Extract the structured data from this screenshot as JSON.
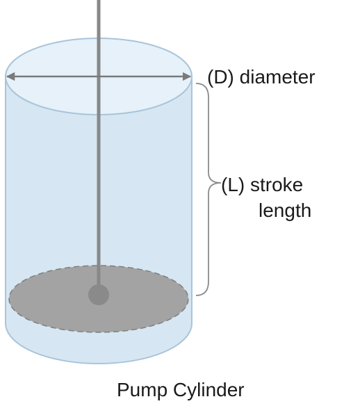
{
  "labels": {
    "diameter": "(D) diameter",
    "stroke_line1": "(L) stroke",
    "stroke_line2": "length",
    "caption": "Pump Cylinder"
  },
  "colors": {
    "cylinder_fill": "#d6e7f3",
    "cylinder_top_fill": "#e6f1f9",
    "cylinder_outline": "#a9c4da",
    "piston_fill": "#a3a3a3",
    "rod": "#888888",
    "arrow": "#7a7a7a",
    "bracket": "#8a8a8a",
    "text": "#1a1a1a"
  }
}
